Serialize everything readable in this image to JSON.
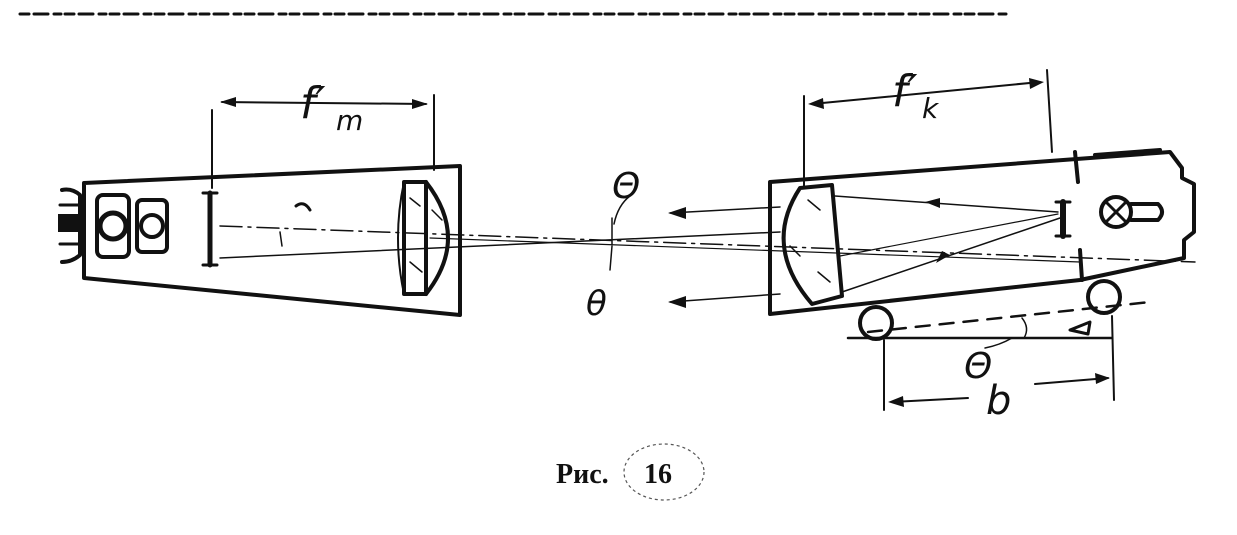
{
  "header_line": "",
  "labels": {
    "focal_telescope": "f′",
    "focal_telescope_sub": "m",
    "focal_collimator": "f′",
    "focal_collimator_sub": "k",
    "theta_upper": "Θ",
    "theta_lower": "θ",
    "theta_base": "Θ",
    "base_length": "b"
  },
  "caption": {
    "prefix": "Рис.",
    "number": "16"
  },
  "colors": {
    "ink": "#111111",
    "paper": "#ffffff"
  }
}
